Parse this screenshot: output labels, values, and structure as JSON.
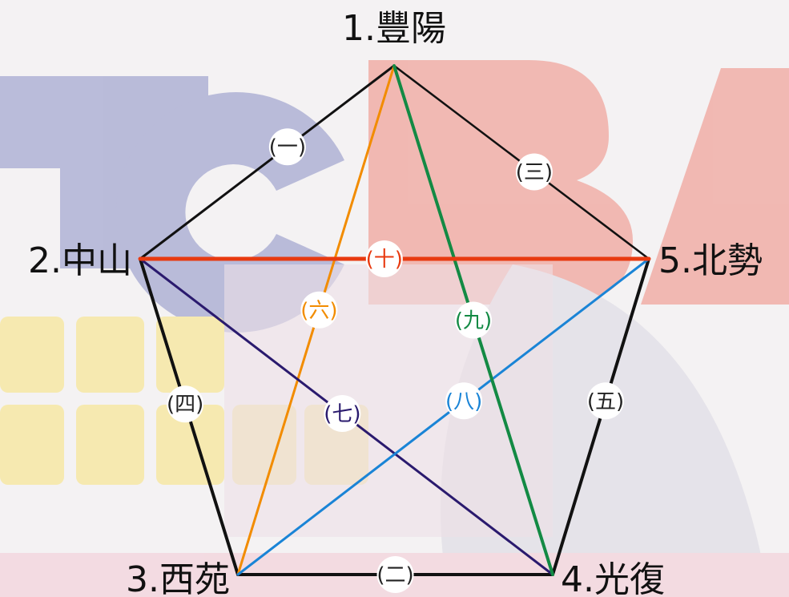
{
  "nodes": [
    {
      "id": 1,
      "label": "1.豐陽"
    },
    {
      "id": 2,
      "label": "2.中山"
    },
    {
      "id": 3,
      "label": "3.西苑"
    },
    {
      "id": 4,
      "label": "4.光復"
    },
    {
      "id": 5,
      "label": "5.北勢"
    }
  ],
  "edges": [
    {
      "from": 1,
      "to": 2,
      "label": "(一)",
      "color": "#111111"
    },
    {
      "from": 3,
      "to": 4,
      "label": "(二)",
      "color": "#111111"
    },
    {
      "from": 1,
      "to": 5,
      "label": "(三)",
      "color": "#111111"
    },
    {
      "from": 2,
      "to": 3,
      "label": "(四)",
      "color": "#111111"
    },
    {
      "from": 4,
      "to": 5,
      "label": "(五)",
      "color": "#111111"
    },
    {
      "from": 1,
      "to": 3,
      "label": "(六)",
      "color": "#f28c00"
    },
    {
      "from": 2,
      "to": 4,
      "label": "(七)",
      "color": "#2a1a6e"
    },
    {
      "from": 3,
      "to": 5,
      "label": "(八)",
      "color": "#1a84d6"
    },
    {
      "from": 1,
      "to": 4,
      "label": "(九)",
      "color": "#138a44"
    },
    {
      "from": 2,
      "to": 5,
      "label": "(十)",
      "color": "#e83a10"
    }
  ],
  "watermark": {
    "logo_text": "TcBA",
    "colors": {
      "t": "#8a8fc4",
      "c": "#8a8fc4",
      "b": "#ef8a7e",
      "a": "#ef8a7e",
      "yellow": "#f8e27a"
    }
  }
}
